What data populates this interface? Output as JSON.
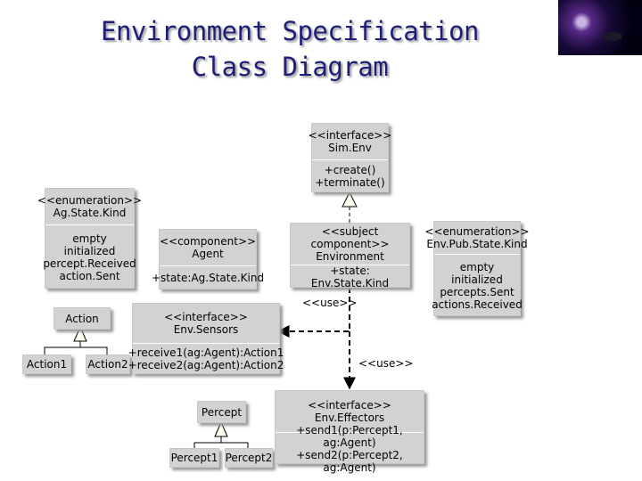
{
  "title": {
    "line1": "Environment Specification",
    "line2": "Class Diagram"
  },
  "sim_env": {
    "stereotype": "<<interface>>",
    "name": "Sim.Env",
    "op1": "+create()",
    "op2": "+terminate()"
  },
  "ag_state_kind": {
    "stereotype": "<<enumeration>>",
    "name": "Ag.State.Kind",
    "v1": "empty",
    "v2": "initialized",
    "v3": "percept.Received",
    "v4": "action.Sent"
  },
  "agent": {
    "stereotype": "<<component>>",
    "name": "Agent",
    "attr": "+state:Ag.State.Kind"
  },
  "environment": {
    "stereotype": "<<subject component>>",
    "name": "Environment",
    "attr": "+state: Env.State.Kind"
  },
  "env_pub_state_kind": {
    "stereotype": "<<enumeration>>",
    "name": "Env.Pub.State.Kind",
    "v1": "empty",
    "v2": "initialized",
    "v3": "percepts.Sent",
    "v4": "actions.Received"
  },
  "action": {
    "name": "Action",
    "sub1": "Action1",
    "sub2": "Action2"
  },
  "env_sensors": {
    "stereotype": "<<interface>>",
    "name": "Env.Sensors",
    "op1": "+receive1(ag:Agent):Action1",
    "op2": "+receive2(ag:Agent):Action2"
  },
  "use_label_1": "<<use>>",
  "use_label_2": "<<use>>",
  "percept": {
    "name": "Percept",
    "sub1": "Percept1",
    "sub2": "Percept2"
  },
  "env_effectors": {
    "stereotype": "<<interface>>",
    "name": "Env.Effectors",
    "op1": "+send1(p:Percept1, ag:Agent)",
    "op2": "+send2(p:Percept2, ag:Agent)"
  },
  "logo_icon": "night-scene-logo-icon"
}
